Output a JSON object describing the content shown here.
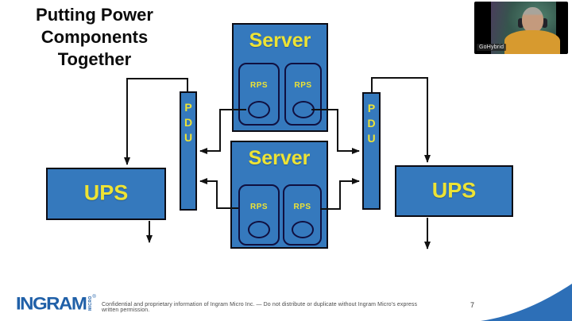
{
  "slide": {
    "title_lines": [
      "Putting Power",
      "Components",
      "Together"
    ],
    "footer_text": "Confidential and proprietary information of Ingram Micro Inc. — Do not distribute or duplicate without Ingram Micro's express written permission.",
    "page_number": "7",
    "logo": {
      "primary": "INGRAM",
      "secondary": "MICRO",
      "registered": "®"
    }
  },
  "diagram": {
    "server_top": {
      "label": "Server",
      "rps_left": "RPS",
      "rps_right": "RPS"
    },
    "server_bottom": {
      "label": "Server",
      "rps_left": "RPS",
      "rps_right": "RPS"
    },
    "pdu_left": {
      "letters": [
        "P",
        "D",
        "U"
      ]
    },
    "pdu_right": {
      "letters": [
        "P",
        "D",
        "U"
      ]
    },
    "ups_left": {
      "label": "UPS"
    },
    "ups_right": {
      "label": "UPS"
    }
  },
  "webcam": {
    "watermark": "GoHybrid"
  },
  "colors": {
    "box_fill": "#3579BD",
    "box_border": "#0b0b14",
    "label_yellow": "#EDE335",
    "logo_blue": "#2060A8",
    "swoosh_blue": "#2D6FB7",
    "line_black": "#111111"
  }
}
